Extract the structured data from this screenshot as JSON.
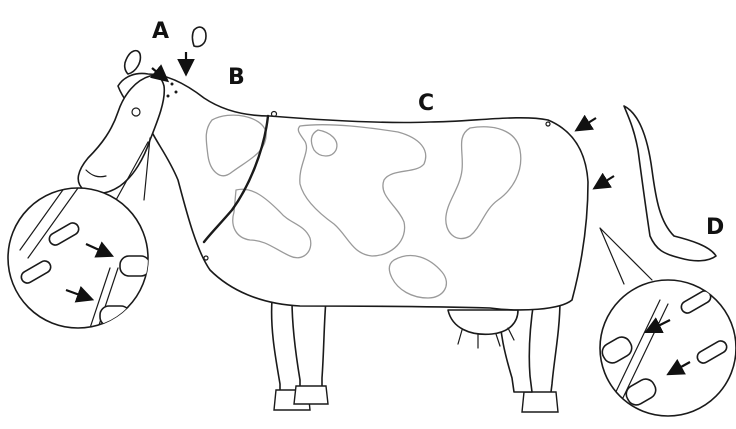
{
  "labels": {
    "a": "A",
    "b": "B",
    "c": "C",
    "d": "D"
  },
  "colors": {
    "outline": "#1a1a1a",
    "spots": "#9a9a9a",
    "background": "#ffffff"
  }
}
